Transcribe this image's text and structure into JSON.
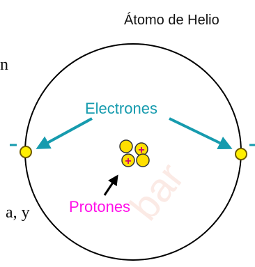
{
  "title": "Átomo de Helio",
  "labels": {
    "electrons": "Electrones",
    "protons": "Protones"
  },
  "stray_text": {
    "top_left_fragment": "n",
    "bottom_left_fragment": "a, y"
  },
  "nucleus": {
    "proton_symbol": "+"
  },
  "colors": {
    "electron_fill": "#ffef00",
    "electron_stroke": "#6e5a00",
    "proton_fill": "#ffdf00",
    "proton_symbol": "#d0006f",
    "electrons_label": "#169bae",
    "protons_label": "#ff10e8",
    "orbit": "#000000",
    "watermark": "#fbe8e3"
  }
}
